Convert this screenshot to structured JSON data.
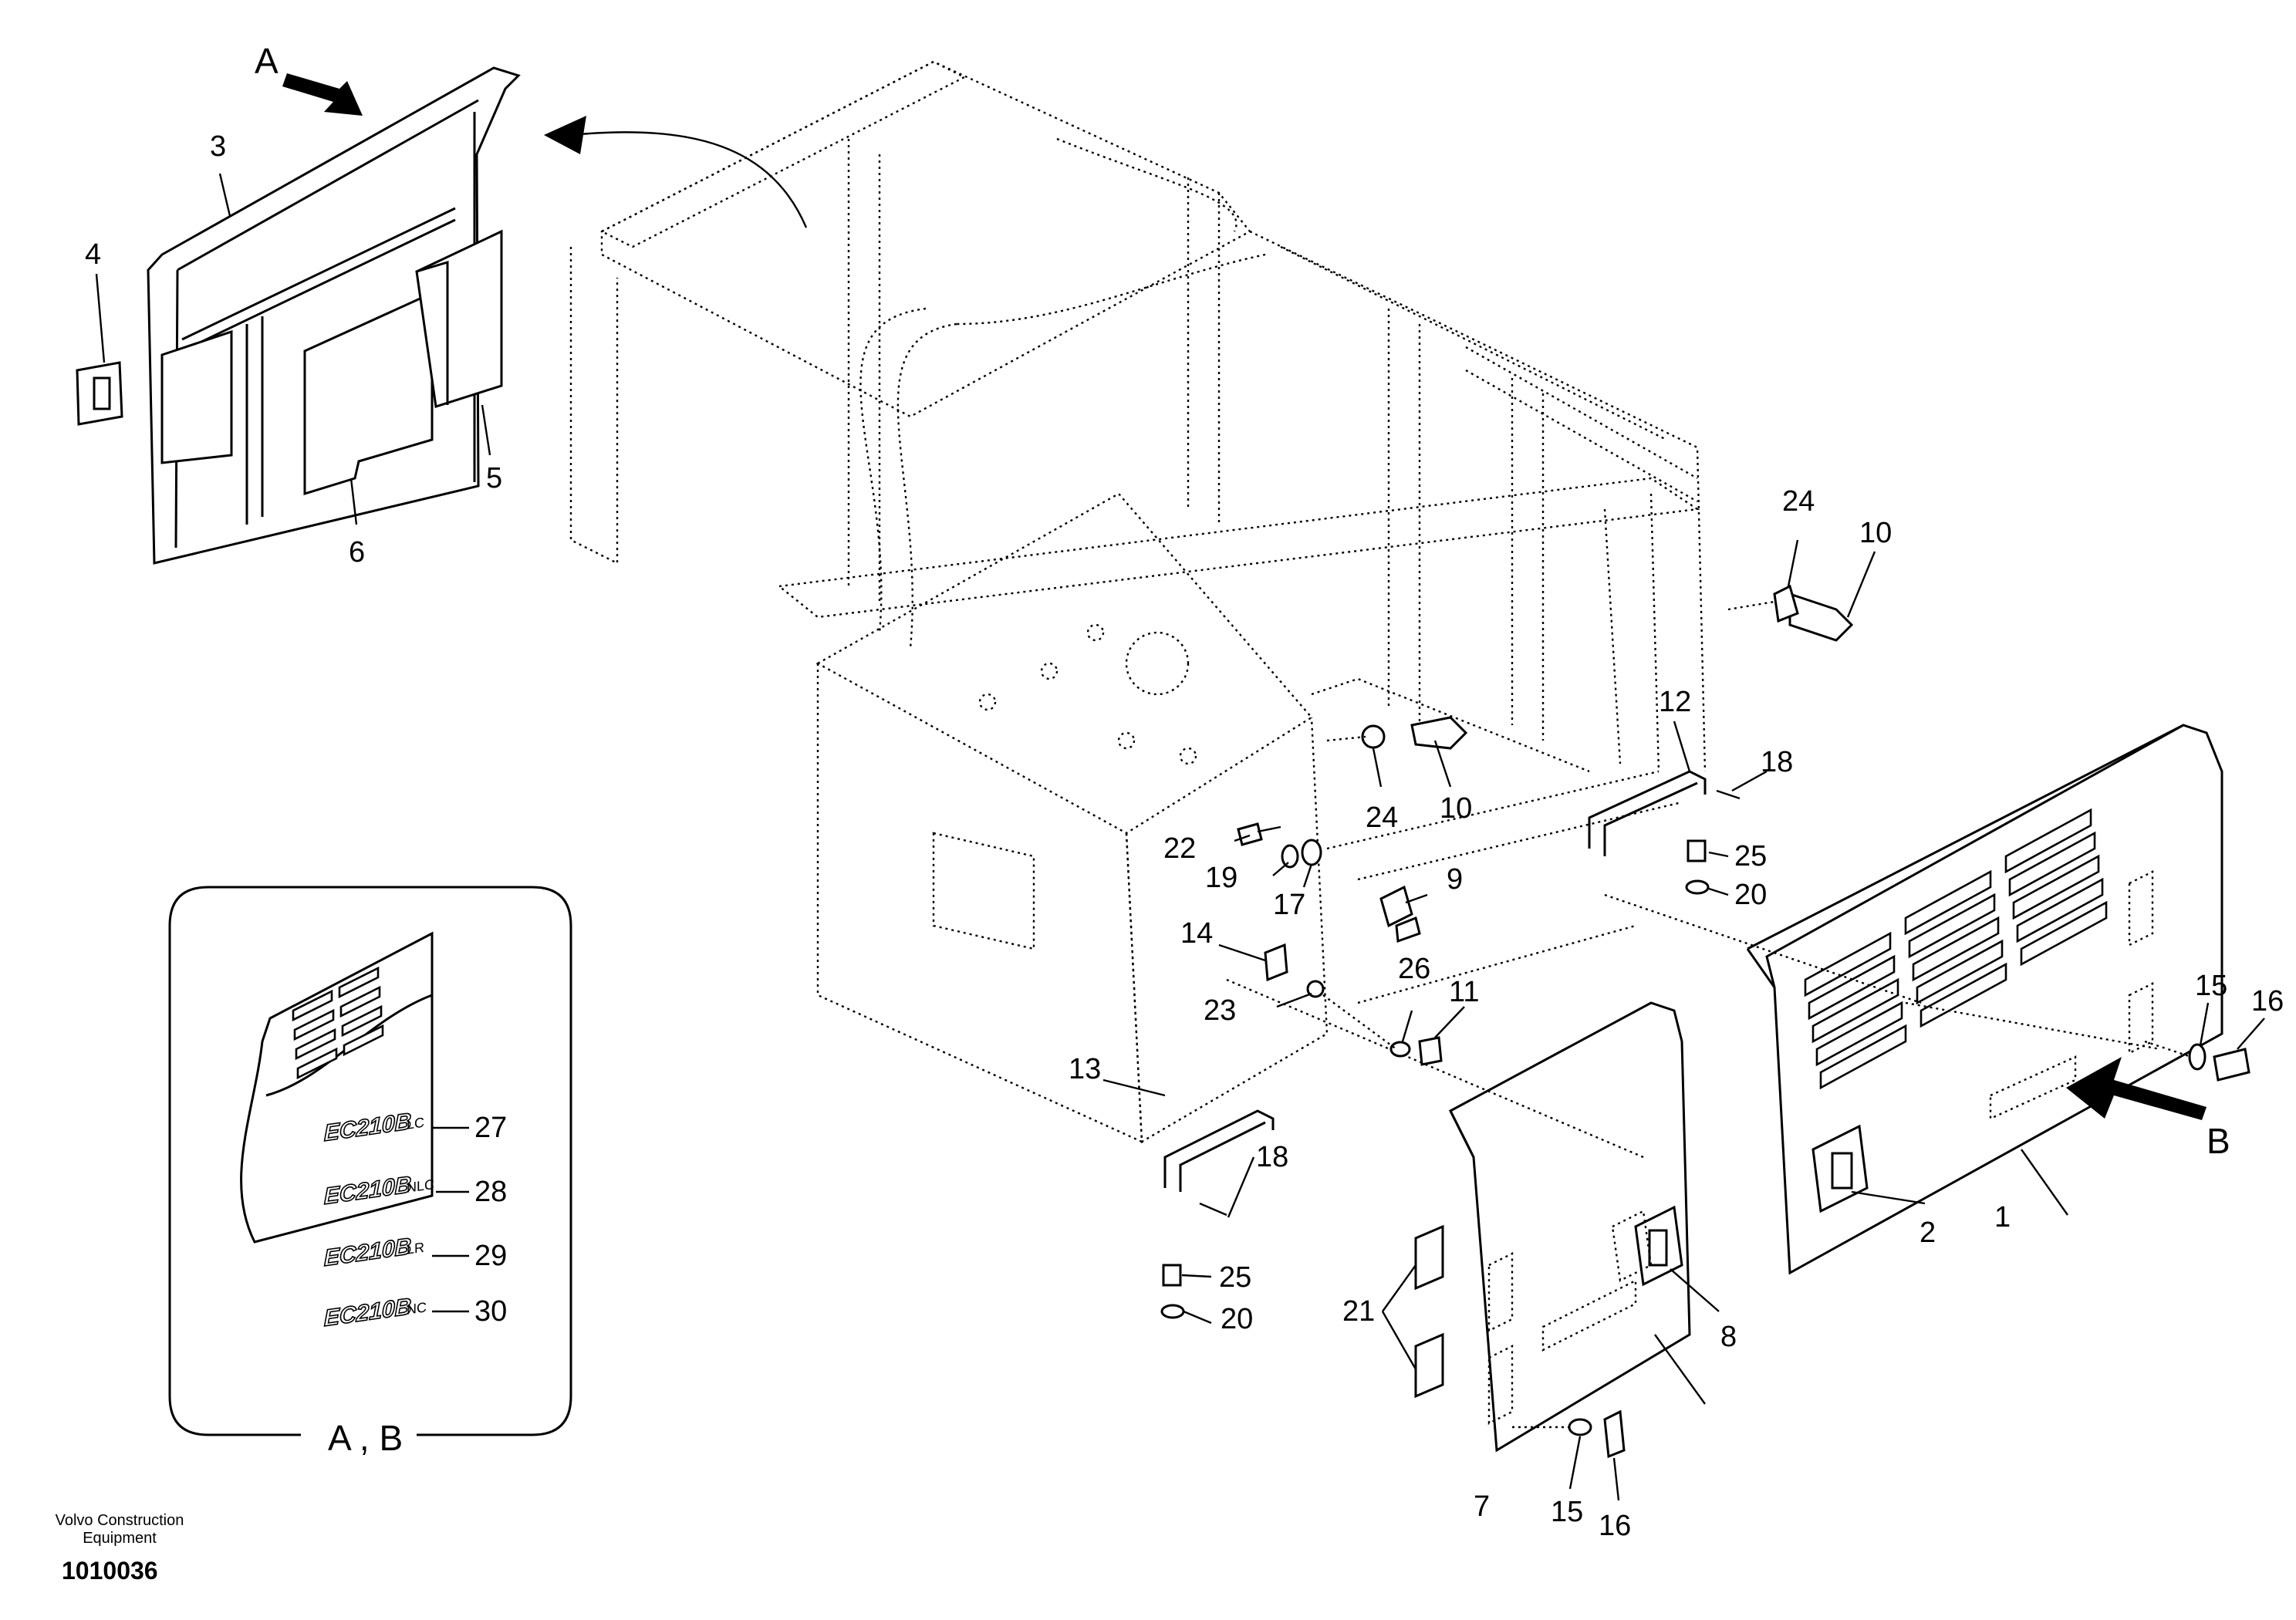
{
  "brand": {
    "company_line1": "Volvo Construction",
    "company_line2": "Equipment",
    "diagram_number": "1010036"
  },
  "view_markers": {
    "a": "A",
    "b": "B",
    "inset_caption": "A , B"
  },
  "badges": [
    {
      "model": "EC210B",
      "suffix": "LC",
      "ref": "27"
    },
    {
      "model": "EC210B",
      "suffix": "NLC",
      "ref": "28"
    },
    {
      "model": "EC210B",
      "suffix": "LR",
      "ref": "29"
    },
    {
      "model": "EC210B",
      "suffix": "NC",
      "ref": "30"
    }
  ],
  "callouts": {
    "c1": "1",
    "c2": "2",
    "c3": "3",
    "c4": "4",
    "c5": "5",
    "c6": "6",
    "c7": "7",
    "c8": "8",
    "c9": "9",
    "c10a": "10",
    "c10b": "10",
    "c11": "11",
    "c12": "12",
    "c13": "13",
    "c14": "14",
    "c15a": "15",
    "c15b": "15",
    "c16a": "16",
    "c16b": "16",
    "c17": "17",
    "c18a": "18",
    "c18b": "18",
    "c19": "19",
    "c20a": "20",
    "c20b": "20",
    "c21": "21",
    "c22": "22",
    "c23": "23",
    "c24a": "24",
    "c24b": "24",
    "c25a": "25",
    "c25b": "25",
    "c26": "26"
  }
}
